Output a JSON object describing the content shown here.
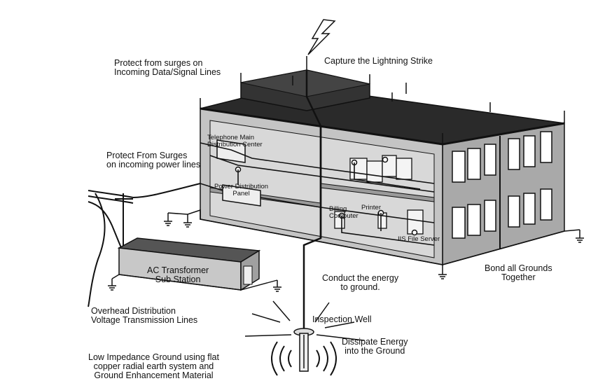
{
  "labels": {
    "surges_data_1": "Protect from surges on",
    "surges_data_2": "Incoming Data/Signal Lines",
    "capture_lightning": "Capture the Lightning Strike",
    "telephone_1": "Telephone Main",
    "telephone_2": "Distribution Center",
    "surges_power_1": "Protect From Surges",
    "surges_power_2": "on incoming power lines",
    "power_dist_1": "Power Distribution",
    "power_dist_2": "Panel",
    "billing_1": "Billing",
    "billing_2": "Computer",
    "printer": "Printer",
    "iis_server": "IIS File Server",
    "ac_transformer_1": "AC Transformer",
    "ac_transformer_2": "Sub Station",
    "conduct_1": "Conduct the energy",
    "conduct_2": "to ground.",
    "bond_1": "Bond all Grounds",
    "bond_2": "Together",
    "overhead_1": "Overhead Distribution",
    "overhead_2": "Voltage Transmission Lines",
    "inspection_well": "Inspection Well",
    "dissipate_1": "Dissipate Energy",
    "dissipate_2": "into the Ground",
    "low_impedance_1": "Low Impedance Ground using flat",
    "low_impedance_2": "copper radial earth system and",
    "low_impedance_3": "Ground Enhancement Material"
  },
  "colors": {
    "roof": "#2a2a2a",
    "wall": "#bdbdbd",
    "wall_dark": "#8f8f8f",
    "line": "#111111",
    "window": "#ffffff"
  }
}
